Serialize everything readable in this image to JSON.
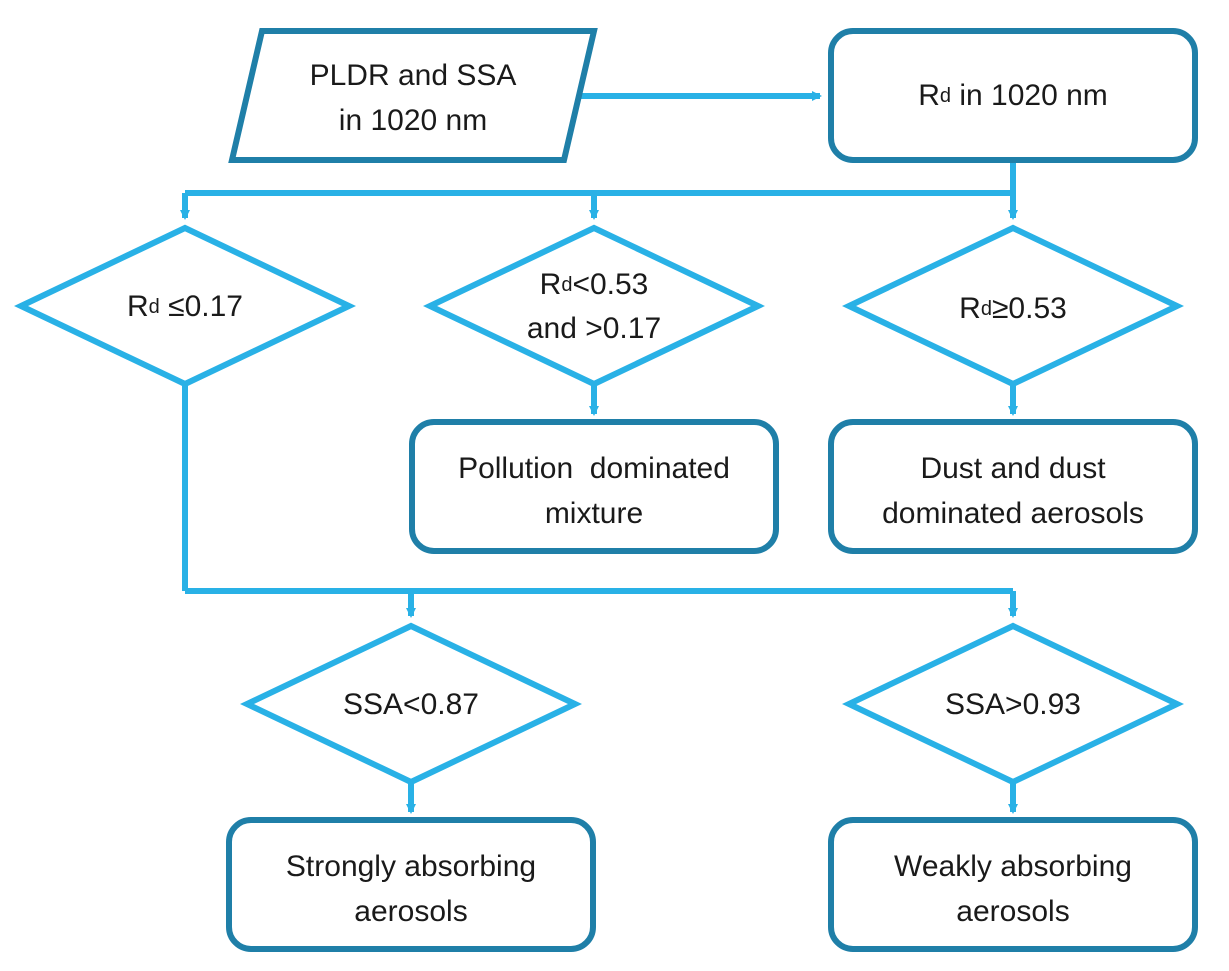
{
  "colors": {
    "box_stroke": "#1f7fa8",
    "diamond_stroke": "#29b1e6",
    "arrow": "#29b1e6",
    "text": "#1a1a1a"
  },
  "nodes": {
    "input": {
      "line1": "PLDR and SSA",
      "line2": "in 1020 nm"
    },
    "rd": {
      "var": "R",
      "sub": "d",
      "rest": " in 1020 nm"
    },
    "cond_low": {
      "var": "R",
      "sub": "d",
      "rest": " ≤0.17"
    },
    "cond_mid": {
      "var": "R",
      "sub": "d",
      "rest": "<0.53",
      "line2": "and >0.17"
    },
    "cond_high": {
      "var": "R",
      "sub": "d",
      "rest": "≥0.53"
    },
    "pollution": {
      "line1": "Pollution  dominated",
      "line2": "mixture"
    },
    "dust": {
      "line1": "Dust and dust",
      "line2": "dominated aerosols"
    },
    "cond_ssa_low": {
      "label": "SSA<0.87"
    },
    "cond_ssa_high": {
      "label": "SSA>0.93"
    },
    "strong": {
      "line1": "Strongly absorbing",
      "line2": "aerosols"
    },
    "weak": {
      "line1": "Weakly absorbing",
      "line2": "aerosols"
    }
  }
}
